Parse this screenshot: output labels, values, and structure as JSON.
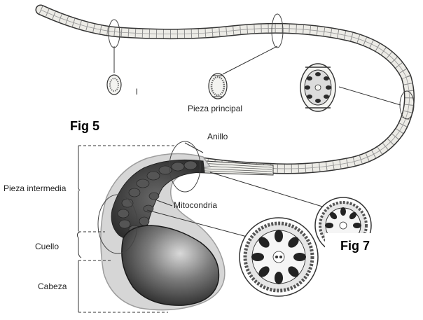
{
  "labels": {
    "partial_label": "l",
    "pieza_principal": "Pieza principal",
    "anillo": "Anillo",
    "pieza_intermedia": "Pieza intermedia",
    "mitocondria": "Mitocondria",
    "cuello": "Cuello",
    "cabeza": "Cabeza"
  },
  "figure_tags": {
    "fig5": "Fig 5",
    "fig7": "Fig 7"
  },
  "colors": {
    "line": "#333333",
    "tail_fill": "#e8e8e4",
    "head_dark": "#2a2a2a",
    "midpiece_dark": "#3a3a3a",
    "membrane": "#bdbdbd"
  }
}
